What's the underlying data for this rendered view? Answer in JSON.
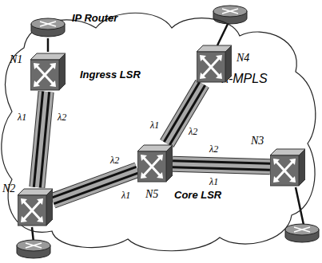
{
  "diagram": {
    "nodes": [
      {
        "text": [
          "λ-MPLS"
        ]
      },
      {
        "text": [
          "IP Router"
        ]
      },
      {
        "text": [
          "N1",
          "Ingress LSR"
        ],
        "in": 0
      },
      {
        "text": [
          "N4"
        ],
        "in": 0
      },
      {
        "text": [
          "N2"
        ],
        "in": 0
      },
      {
        "text": [
          "N5",
          "Core LSR"
        ],
        "in": 0
      },
      {
        "text": [
          "N3"
        ],
        "in": 0
      }
    ],
    "edges": [
      {
        "from": 1,
        "to": 2,
        "arrow": "none"
      },
      {
        "from": 2,
        "to": 4,
        "arrow": "none"
      },
      {
        "from": 4,
        "to": 5,
        "arrow": "none"
      },
      {
        "from": 3,
        "to": 5,
        "arrow": "none"
      },
      {
        "from": 5,
        "to": 6,
        "arrow": "none"
      }
    ],
    "labels": [
      "λ1",
      "λ2",
      "λ2",
      "λ1",
      "λ1",
      "λ2",
      "λ2",
      "λ1"
    ]
  }
}
